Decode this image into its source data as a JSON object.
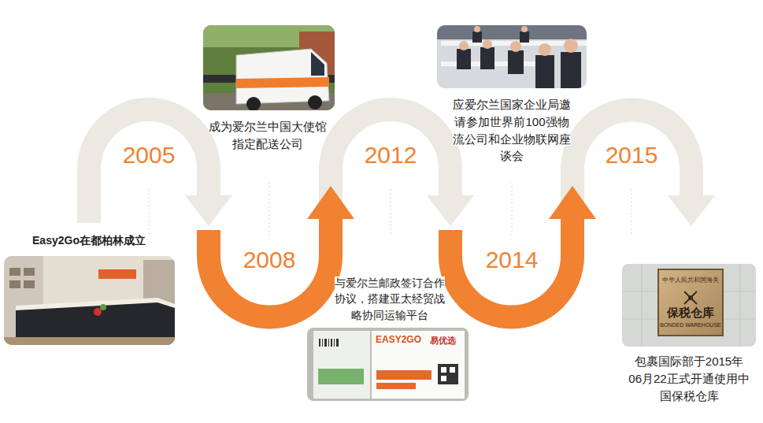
{
  "diagram": {
    "nodes": [
      {
        "text": [
          "Easy2Go在都柏林成立"
        ]
      },
      {
        "text": [
          "成为爱尔兰中国大使馆 指定配送公司"
        ]
      },
      {
        "text": [
          "与爱尔兰邮政签订合作 协议，搭建亚太经贸战 略协同运输平台"
        ]
      },
      {
        "text": [
          "应爱尔兰国家企业局邀 请参加世界前100强物 流公司和企业物联网座 谈会"
        ]
      },
      {
        "text": [
          "包裹国际部于2015年 06月22正式开通使用中 国保税仓库"
        ]
      }
    ],
    "labels": [
      "2005",
      "2008",
      "2012",
      "2014",
      "2015",
      "EASY2GO",
      "易优选",
      "中华人民共和国海关",
      "保税仓库",
      "BONDED WAREHOUSE"
    ]
  }
}
